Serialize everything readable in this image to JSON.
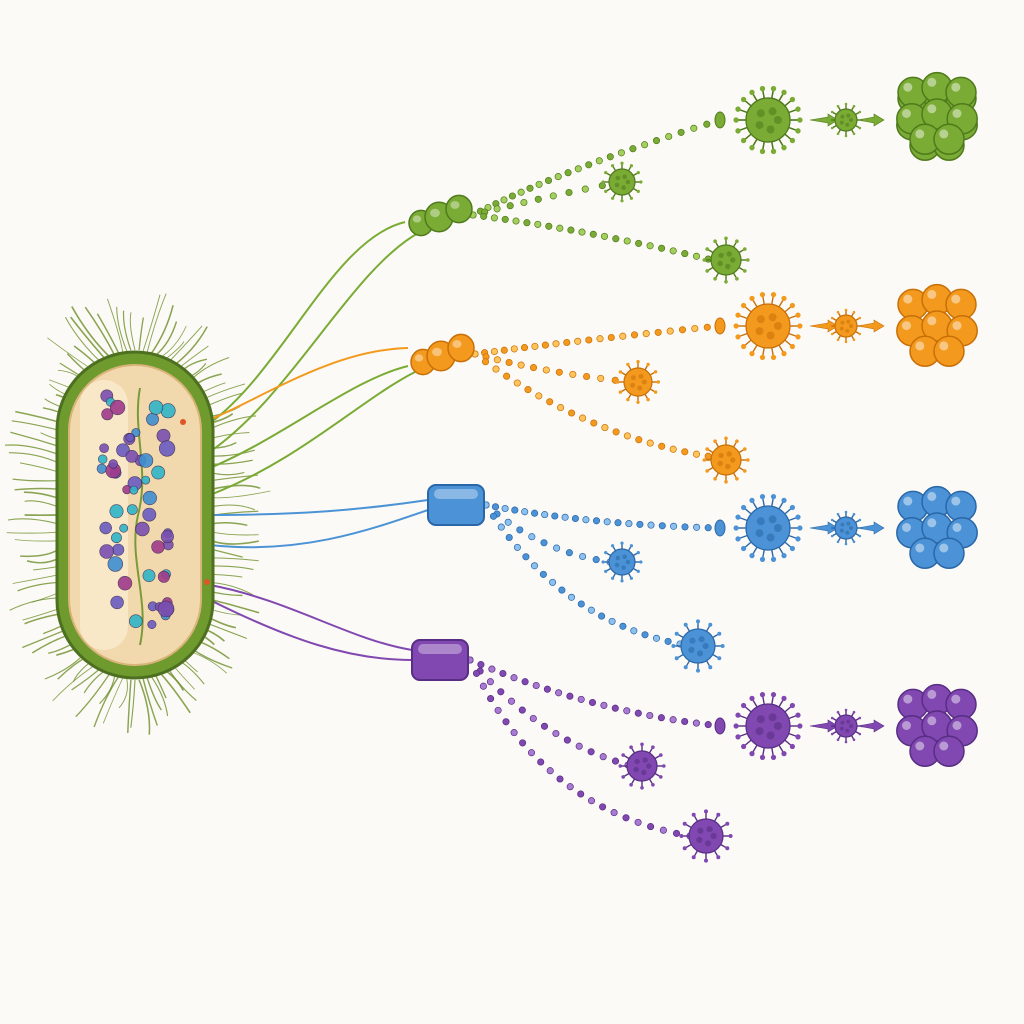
{
  "diagram": {
    "background": "#fcfaf6",
    "bacterium": {
      "wall_color": "#6f9a2e",
      "wall_dark": "#4d7020",
      "cytoplasm_color": "#f2d9ad",
      "hair_color": "#6d8f2a",
      "particle_colors": [
        "#7a4fb0",
        "#a03a8a",
        "#3f8fd0",
        "#2fb5c8",
        "#6a5bc0"
      ]
    },
    "pathways": [
      {
        "id": "green",
        "color": "#7aab35",
        "dark": "#4f7a1c",
        "light": "#a3cf5c",
        "node_shape": "bead-cluster"
      },
      {
        "id": "orange",
        "color": "#f39a1e",
        "dark": "#c86f08",
        "light": "#ffc45a",
        "node_shape": "bead-cluster"
      },
      {
        "id": "blue",
        "color": "#4b93d6",
        "dark": "#2a67a8",
        "light": "#8cc0ee",
        "node_shape": "block"
      },
      {
        "id": "purple",
        "color": "#8048b0",
        "dark": "#582d85",
        "light": "#a97ad1",
        "node_shape": "block"
      }
    ]
  }
}
